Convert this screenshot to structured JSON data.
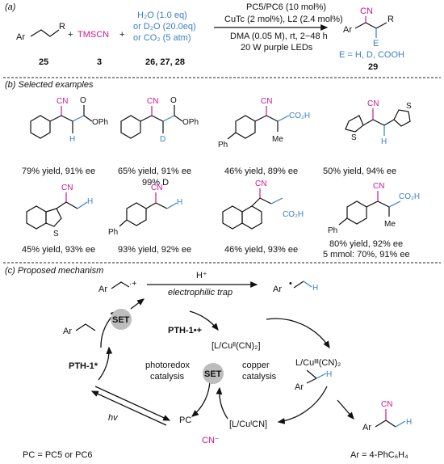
{
  "section_a": {
    "label": "(a)",
    "sm_R": "R",
    "sm_Ar": "Ar",
    "plus1": "+",
    "tmscn": "TMSCN",
    "plus2": "+",
    "additive1": "H₂O (1.0 eq)",
    "additive2": "or D₂O (20.0eq)",
    "additive3": "or CO₂ (5 atm)",
    "num_25": "25",
    "num_3": "3",
    "num_26": "26, 27, 28",
    "cond1": "PC5/PC6 (10 mol%)",
    "cond2": "CuTc (2 mol%), L2 (2.4 mol%)",
    "cond3": "DMA (0.05 M), rt, 2−48 h",
    "cond4": "20 W purple LEDs",
    "prod_CN": "CN",
    "prod_R": "R",
    "prod_Ar": "Ar",
    "prod_E": "E",
    "e_def": "E = H, D, COOH",
    "num_29": "29"
  },
  "section_b": {
    "label": "(b) Selected examples",
    "examples": [
      {
        "yield": "79% yield, 91% ee",
        "labels": [
          "CN",
          "O",
          "OPh",
          "H"
        ]
      },
      {
        "yield": "65% yield, 91% ee",
        "extra": "99% D",
        "labels": [
          "CN",
          "O",
          "OPh",
          "D"
        ]
      },
      {
        "yield": "46% yield, 89% ee",
        "labels": [
          "CN",
          "CO₂H",
          "Me",
          "Ph"
        ]
      },
      {
        "yield": "50% yield, 94% ee",
        "labels": [
          "CN",
          "S",
          "S",
          "H"
        ]
      },
      {
        "yield": "45% yield, 93% ee",
        "labels": [
          "CN",
          "H",
          "S"
        ]
      },
      {
        "yield": "93% yield, 92% ee",
        "labels": [
          "CN",
          "H",
          "Ph"
        ]
      },
      {
        "yield": "46% yield, 93% ee",
        "labels": [
          "CN",
          "CO₂H"
        ]
      },
      {
        "yield": "80% yield, 92% ee",
        "extra": "5 mmol: 70%, 91% ee",
        "labels": [
          "CN",
          "CO₂H",
          "Me",
          "Ph"
        ]
      }
    ]
  },
  "section_c": {
    "label": "(c) Proposed mechanism",
    "hplus": "H⁺",
    "trap": "electrophilic trap",
    "radcat_Ar": "Ar",
    "radcat_dots": "·+",
    "rad_Ar": "Ar",
    "rad_dot": "•",
    "rad_H": "H",
    "styrene_Ar": "Ar",
    "set1": "SET",
    "set2": "SET",
    "pth_rad": "PTH-1•+",
    "pth_star": "PTH-1*",
    "photoredox1": "photoredox",
    "photoredox2": "catalysis",
    "copper1": "copper",
    "copper2": "catalysis",
    "cu2": "[L/Cuᴵᴵ(CN)₂]",
    "cu3_L": "L/Cuᴵᴵᴵ(CN)₂",
    "cu3_Ar": "Ar",
    "cu3_H": "H",
    "cu1": "[L/CuᴵCN]",
    "pc": "PC",
    "cn_minus": "CN⁻",
    "hv": "hv",
    "prod_CN": "CN",
    "prod_Ar": "Ar",
    "prod_H": "H",
    "pc_def": "PC = PC5 or PC6",
    "ar_def": "Ar = 4-PhC₆H₄"
  },
  "colors": {
    "accent_pink": "#d4148c",
    "accent_blue": "#3a7fc4",
    "set_circle": "#bdbdbd"
  }
}
